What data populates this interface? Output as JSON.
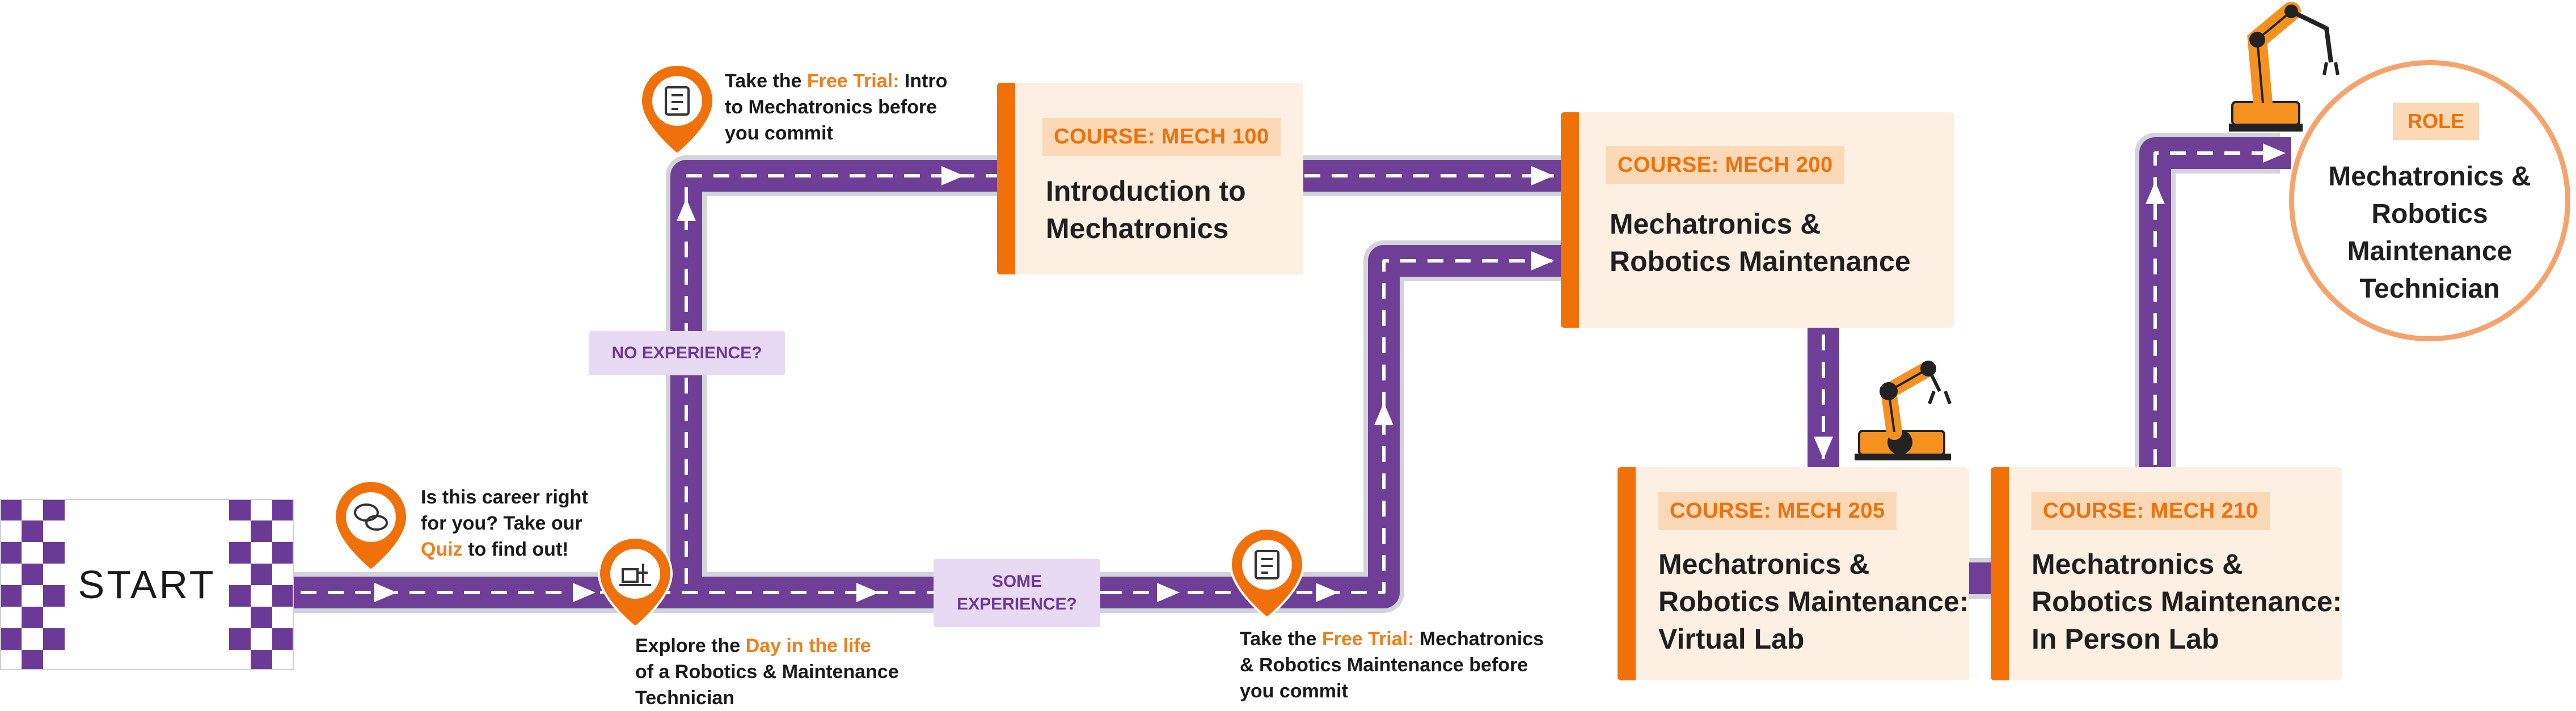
{
  "start": {
    "label": "START"
  },
  "pins": {
    "quiz": {
      "line1": "Is this career right",
      "line2": "for you? Take our",
      "highlight": "Quiz",
      "line3_rest": " to find out!"
    },
    "day_in_life": {
      "prefix": "Explore the ",
      "highlight": "Day in the life",
      "line2": "of a Robotics & Maintenance",
      "line3": "Technician"
    },
    "free_trial_intro": {
      "prefix": "Take the ",
      "highlight": "Free Trial:",
      "suffix": " Intro",
      "line2": "to Mechatronics before",
      "line3": "you commit"
    },
    "free_trial_mech": {
      "prefix": "Take the ",
      "highlight": "Free Trial:",
      "suffix": " Mechatronics",
      "line2": "& Robotics Maintenance before",
      "line3": "you commit"
    }
  },
  "branches": {
    "no_experience": "NO EXPERIENCE?",
    "some_experience_line1": "SOME",
    "some_experience_line2": "EXPERIENCE?"
  },
  "courses": [
    {
      "badge": "COURSE: MECH 100",
      "title_line1": "Introduction to",
      "title_line2": "Mechatronics",
      "title_line3": ""
    },
    {
      "badge": "COURSE: MECH 200",
      "title_line1": "Mechatronics &",
      "title_line2": "Robotics Maintenance",
      "title_line3": ""
    },
    {
      "badge": "COURSE: MECH 205",
      "title_line1": "Mechatronics &",
      "title_line2": "Robotics Maintenance:",
      "title_line3": "Virtual Lab"
    },
    {
      "badge": "COURSE: MECH 210",
      "title_line1": "Mechatronics &",
      "title_line2": "Robotics Maintenance:",
      "title_line3": "In Person Lab"
    }
  ],
  "role": {
    "badge": "ROLE",
    "title_lines": [
      "Mechatronics &",
      "Robotics",
      "Maintenance",
      "Technician"
    ]
  },
  "colors": {
    "road": "#6f3e96",
    "road_edge": "#cfcfd6",
    "accent": "#f0700a",
    "card_bg": "#fdf0e3",
    "badge_bg": "#fbd9b7",
    "branch_bg": "#e9daf3",
    "checker": "#6b3a97"
  },
  "icons": [
    "quiz-chat-icon",
    "day-in-life-icon",
    "free-trial-document-icon",
    "robot-arm-icon"
  ]
}
